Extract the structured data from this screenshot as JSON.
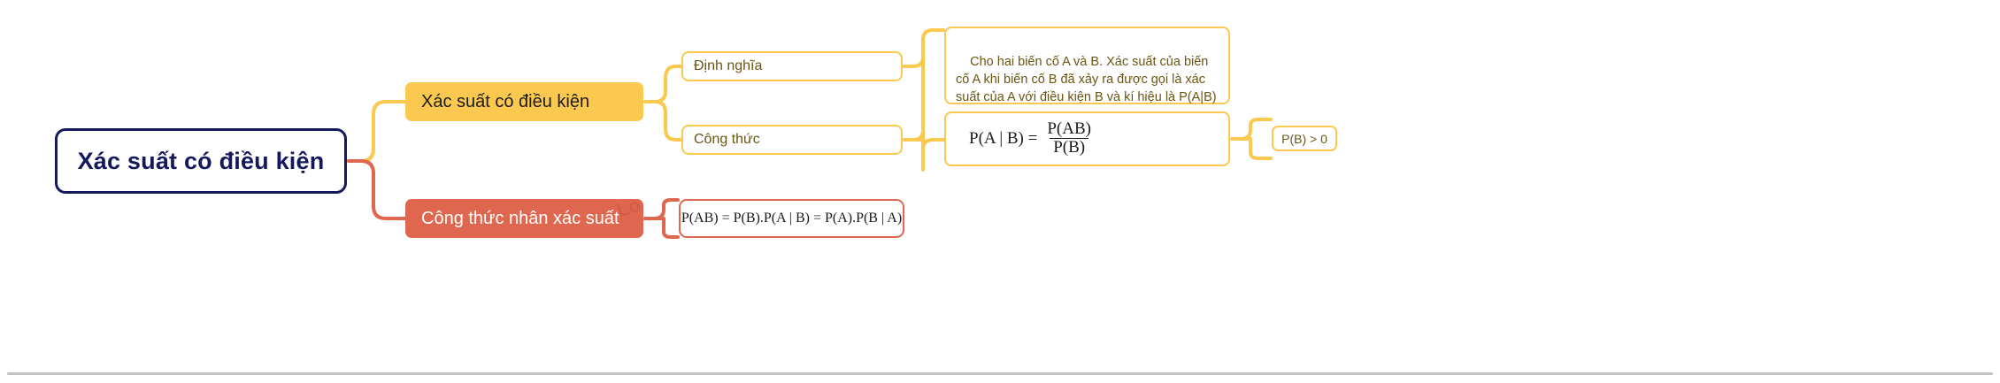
{
  "mindmap": {
    "root": {
      "label": "Xác suất có điều kiện"
    },
    "branches": [
      {
        "id": "xac-suat-co-dieu-kien",
        "label": "Xác suất có điều kiện",
        "color": "#fbc850",
        "style": "filled-yellow",
        "children": [
          {
            "id": "dinh-nghia",
            "label": "Định nghĩa",
            "color": "#fbc850",
            "style": "outline-yellow",
            "children": [
              {
                "id": "dinh-nghia-noi-dung",
                "label": "Cho hai biến cố A và B. Xác suất của biến cố A khi biến cố B đã xảy ra được gọi là xác suất của A với điều kiện B và kí hiệu là P(A|B)",
                "color": "#fbc850",
                "style": "outline-yellow"
              }
            ]
          },
          {
            "id": "cong-thuc",
            "label": "Công thức",
            "color": "#fbc850",
            "style": "outline-yellow",
            "children": [
              {
                "id": "cong-thuc-math",
                "label": "P(A | B) = P(AB) / P(B)",
                "lhs": "P(A | B) =",
                "numerator": "P(AB)",
                "denominator": "P(B)",
                "color": "#fbc850",
                "style": "outline-yellow",
                "children": [
                  {
                    "id": "dieu-kien",
                    "label": "P(B) > 0",
                    "color": "#fbc850",
                    "style": "outline-yellow"
                  }
                ]
              }
            ]
          }
        ]
      },
      {
        "id": "cong-thuc-nhan-xac-suat",
        "label": "Công thức nhân xác suất",
        "color": "#e0674f",
        "style": "filled-red",
        "children": [
          {
            "id": "cong-thuc-nhan-math",
            "label": "P(AB) = P(B).P(A | B) = P(A).P(B | A)",
            "color": "#e0674f",
            "style": "outline-red"
          }
        ]
      }
    ],
    "watermarks": {
      "mark_1": "Lo",
      "mark_2": "",
      "mark_3": ""
    },
    "colors": {
      "root_border": "#14195e",
      "root_text": "#14195e",
      "yellow": "#fbc850",
      "yellow_text": "#6b5513",
      "red": "#e0674f",
      "background": "#ffffff",
      "scrollbar": "#c2c2c2"
    }
  }
}
